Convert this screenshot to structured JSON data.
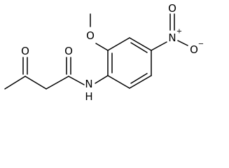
{
  "molecule": {
    "atoms": {
      "ketone_oxygen": "O",
      "amide_oxygen": "O",
      "amide_nitrogen": "N",
      "amide_hydrogen": "H",
      "methoxy_oxygen": "O",
      "nitro_nitrogen": "N",
      "nitro_nitrogen_charge": "+",
      "nitro_oxygen_top": "O",
      "nitro_oxygen_right": "O",
      "nitro_oxygen_charge": "−"
    }
  }
}
